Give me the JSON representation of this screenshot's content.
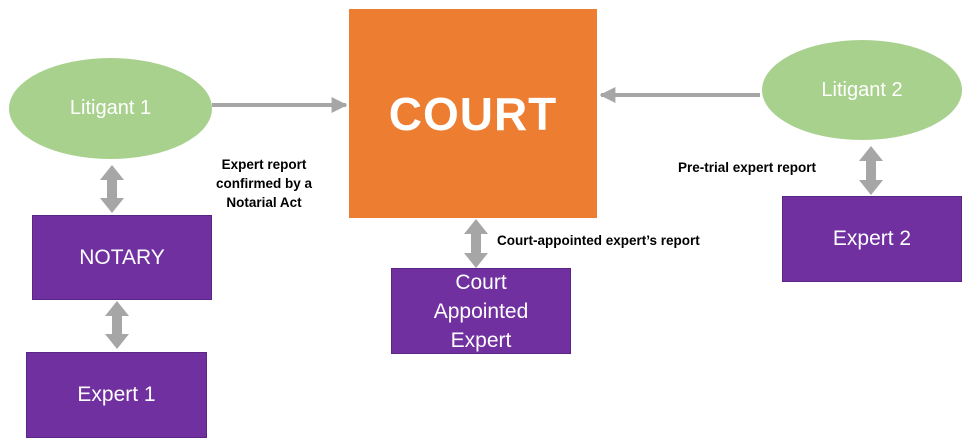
{
  "nodes": {
    "court": "COURT",
    "litigant1": "Litigant 1",
    "litigant2": "Litigant 2",
    "notary": "NOTARY",
    "expert1": "Expert 1",
    "expert2": "Expert 2",
    "court_expert": [
      "Court",
      "Appointed",
      "Expert"
    ]
  },
  "labels": {
    "notarial": [
      "Expert report",
      "confirmed by a",
      "Notarial Act"
    ],
    "pretrial": "Pre-trial expert report",
    "court_appointed_report": "Court-appointed expert’s report"
  },
  "colors": {
    "court": "#ed7d31",
    "litigant": "#a9d18e",
    "box": "#7030a0",
    "arrow": "#a6a6a6"
  }
}
